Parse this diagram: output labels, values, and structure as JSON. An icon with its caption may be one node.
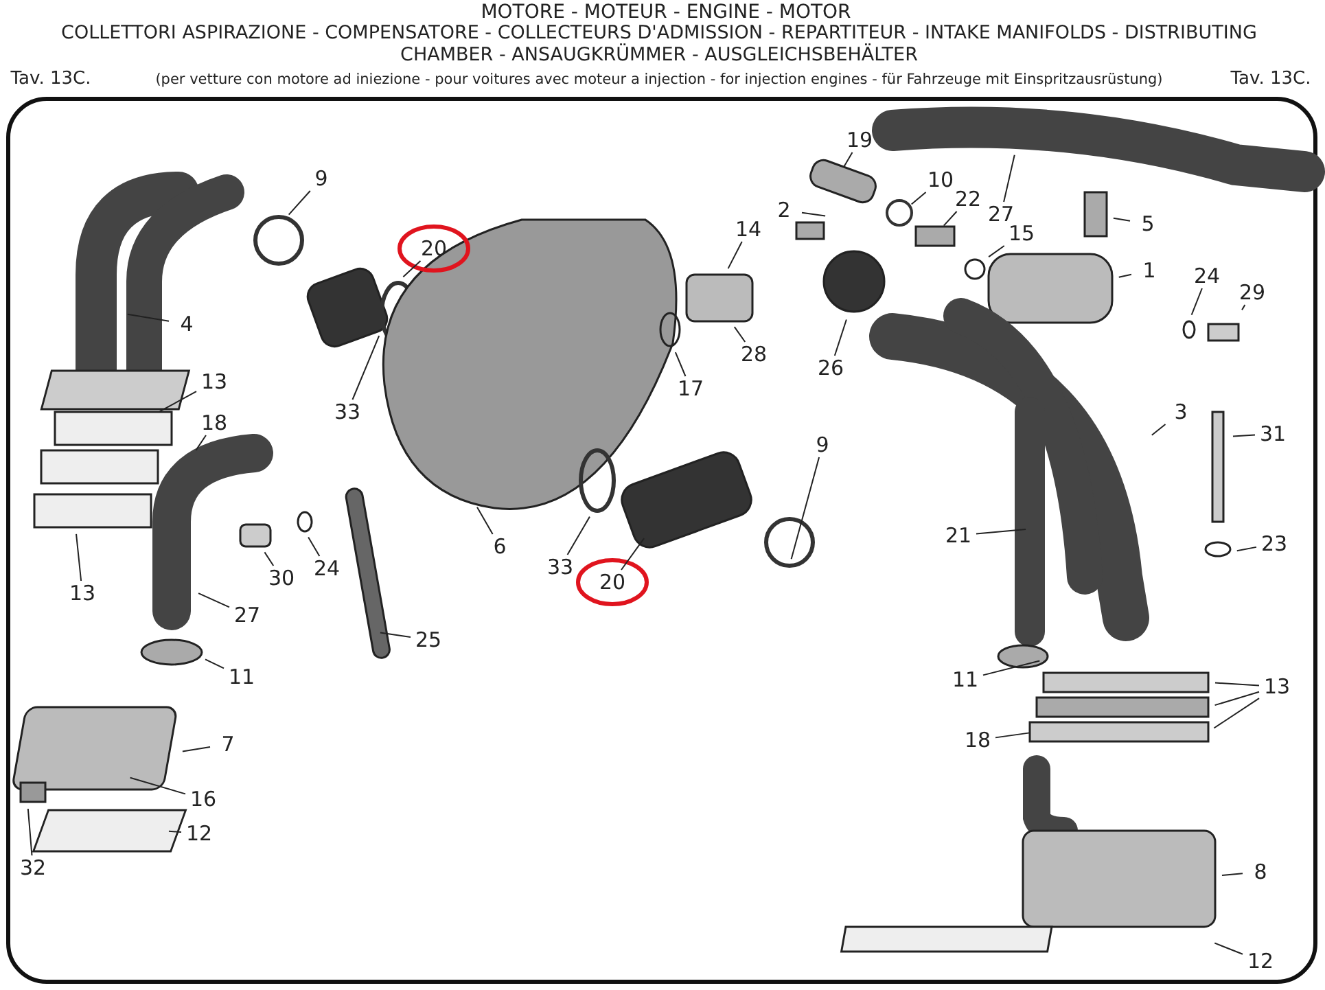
{
  "diagram": {
    "title": "MOTORE - MOTEUR - ENGINE - MOTOR",
    "nodes": [
      {
        "text": [
          "9"
        ]
      },
      {
        "text": [
          "20"
        ]
      },
      {
        "text": [
          "4"
        ]
      },
      {
        "text": [
          "13"
        ]
      },
      {
        "text": [
          "18"
        ]
      },
      {
        "text": [
          "13"
        ]
      },
      {
        "text": [
          "33"
        ]
      },
      {
        "text": [
          "6"
        ]
      },
      {
        "text": [
          "27"
        ]
      },
      {
        "text": [
          "30"
        ]
      },
      {
        "text": [
          "24"
        ]
      },
      {
        "text": [
          "25"
        ]
      },
      {
        "text": [
          "11"
        ]
      },
      {
        "text": [
          "7"
        ]
      },
      {
        "text": [
          "16"
        ]
      },
      {
        "text": [
          "12"
        ]
      },
      {
        "text": [
          "32"
        ]
      },
      {
        "text": [
          "33"
        ]
      },
      {
        "text": [
          "20"
        ]
      },
      {
        "text": [
          "9"
        ]
      },
      {
        "text": [
          "19"
        ]
      },
      {
        "text": [
          "2"
        ]
      },
      {
        "text": [
          "14"
        ]
      },
      {
        "text": [
          "10"
        ]
      },
      {
        "text": [
          "22"
        ]
      },
      {
        "text": [
          "27"
        ]
      },
      {
        "text": [
          "5"
        ]
      },
      {
        "text": [
          "15"
        ]
      },
      {
        "text": [
          "17"
        ]
      },
      {
        "text": [
          "28"
        ]
      },
      {
        "text": [
          "26"
        ]
      },
      {
        "text": [
          "1"
        ]
      },
      {
        "text": [
          "24"
        ]
      },
      {
        "text": [
          "29"
        ]
      },
      {
        "text": [
          "3"
        ]
      },
      {
        "text": [
          "31"
        ]
      },
      {
        "text": [
          "21"
        ]
      },
      {
        "text": [
          "23"
        ]
      },
      {
        "text": [
          "11"
        ]
      },
      {
        "text": [
          "13"
        ]
      },
      {
        "text": [
          "18"
        ]
      },
      {
        "text": [
          "8"
        ]
      },
      {
        "text": [
          "12"
        ]
      }
    ],
    "edges": [
      {
        "from": 0,
        "to": null,
        "arrow": "none"
      },
      {
        "from": 1,
        "to": null,
        "arrow": "none"
      },
      {
        "from": 2,
        "to": null,
        "arrow": "none"
      },
      {
        "from": 3,
        "to": null,
        "arrow": "none"
      },
      {
        "from": 4,
        "to": null,
        "arrow": "none"
      },
      {
        "from": 5,
        "to": null,
        "arrow": "none"
      },
      {
        "from": 6,
        "to": null,
        "arrow": "none"
      },
      {
        "from": 7,
        "to": null,
        "arrow": "none"
      },
      {
        "from": 8,
        "to": null,
        "arrow": "none"
      },
      {
        "from": 9,
        "to": null,
        "arrow": "none"
      },
      {
        "from": 10,
        "to": null,
        "arrow": "none"
      },
      {
        "from": 11,
        "to": null,
        "arrow": "none"
      },
      {
        "from": 12,
        "to": null,
        "arrow": "none"
      },
      {
        "from": 13,
        "to": null,
        "arrow": "none"
      },
      {
        "from": 14,
        "to": null,
        "arrow": "none"
      },
      {
        "from": 15,
        "to": null,
        "arrow": "none"
      },
      {
        "from": 16,
        "to": null,
        "arrow": "none"
      },
      {
        "from": 17,
        "to": null,
        "arrow": "none"
      },
      {
        "from": 18,
        "to": null,
        "arrow": "none"
      },
      {
        "from": 19,
        "to": null,
        "arrow": "none"
      },
      {
        "from": 20,
        "to": null,
        "arrow": "none"
      },
      {
        "from": 21,
        "to": null,
        "arrow": "none"
      },
      {
        "from": 22,
        "to": null,
        "arrow": "none"
      },
      {
        "from": 23,
        "to": null,
        "arrow": "none"
      },
      {
        "from": 24,
        "to": null,
        "arrow": "none"
      },
      {
        "from": 25,
        "to": null,
        "arrow": "none"
      },
      {
        "from": 26,
        "to": null,
        "arrow": "none"
      },
      {
        "from": 27,
        "to": null,
        "arrow": "none"
      },
      {
        "from": 28,
        "to": null,
        "arrow": "none"
      },
      {
        "from": 29,
        "to": null,
        "arrow": "none"
      },
      {
        "from": 30,
        "to": null,
        "arrow": "none"
      },
      {
        "from": 31,
        "to": null,
        "arrow": "none"
      },
      {
        "from": 32,
        "to": null,
        "arrow": "none"
      },
      {
        "from": 33,
        "to": null,
        "arrow": "none"
      },
      {
        "from": 34,
        "to": null,
        "arrow": "none"
      },
      {
        "from": 35,
        "to": null,
        "arrow": "none"
      },
      {
        "from": 36,
        "to": null,
        "arrow": "none"
      },
      {
        "from": 37,
        "to": null,
        "arrow": "none"
      },
      {
        "from": 38,
        "to": null,
        "arrow": "none"
      },
      {
        "from": 39,
        "to": null,
        "arrow": "none"
      },
      {
        "from": 39,
        "to": null,
        "arrow": "none"
      },
      {
        "from": 39,
        "to": null,
        "arrow": "none"
      },
      {
        "from": 40,
        "to": null,
        "arrow": "none"
      },
      {
        "from": 41,
        "to": null,
        "arrow": "none"
      },
      {
        "from": 42,
        "to": null,
        "arrow": "none"
      }
    ],
    "labels": [
      "COLLETTORI ASPIRAZIONE - COMPENSATORE - COLLECTEURS D'ADMISSION - REPARTITEUR - INTAKE MANIFOLDS - DISTRIBUTING CHAMBER - ANSAUGKRÜMMER - AUSGLEICHSBEHÄLTER",
      "Tav. 13C.",
      "(per vetture con motore ad iniezione - pour voitures avec moteur a injection - for injection engines - für Fahrzeuge mit Einspritzausrüstung)",
      "Tav. 13C."
    ]
  }
}
